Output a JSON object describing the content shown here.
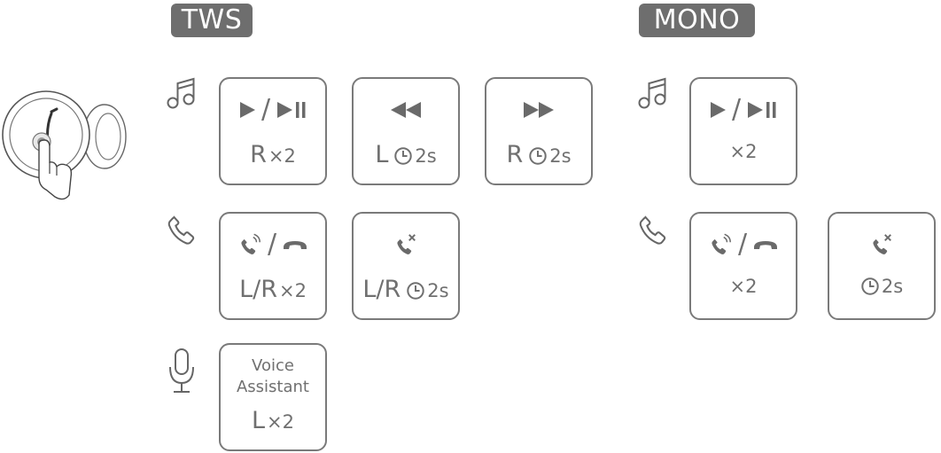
{
  "headers": {
    "tws": "TWS",
    "mono": "MONO"
  },
  "colors": {
    "badge_bg": "#6e6e6e",
    "stroke": "#7a7a7a"
  },
  "tws": {
    "music": [
      {
        "icon": "play-pause-icon",
        "prefix": "R",
        "suffix": "×2"
      },
      {
        "icon": "previous-track-icon",
        "prefix": "L",
        "suffix": "2s"
      },
      {
        "icon": "next-track-icon",
        "prefix": "R",
        "suffix": "2s"
      }
    ],
    "call": [
      {
        "icon": "answer-hangup-icon",
        "prefix": "L/R",
        "suffix": "×2"
      },
      {
        "icon": "reject-call-icon",
        "prefix": "L/R",
        "suffix": "2s"
      }
    ],
    "voice": {
      "line1": "Voice",
      "line2": "Assistant",
      "prefix": "L",
      "suffix": "×2"
    }
  },
  "mono": {
    "music": [
      {
        "icon": "play-pause-icon",
        "suffix": "×2"
      }
    ],
    "call": [
      {
        "icon": "answer-hangup-icon",
        "suffix": "×2"
      },
      {
        "icon": "reject-call-icon",
        "suffix": "2s"
      }
    ]
  }
}
